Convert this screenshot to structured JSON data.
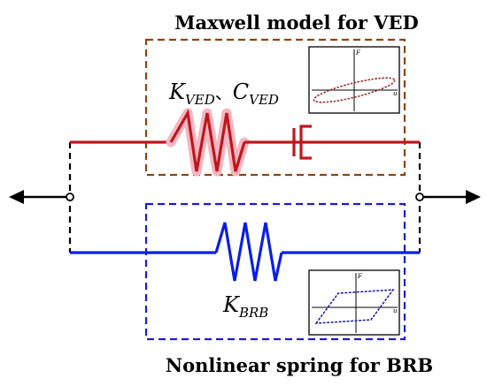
{
  "top_title": "Maxwell model for VED",
  "bottom_title": "Nonlinear spring for BRB",
  "ved_symbol": {
    "k_main": "K",
    "k_sub": "VED",
    "separator": "、",
    "c_main": "C",
    "c_sub": "VED"
  },
  "brb_symbol": {
    "k_main": "K",
    "k_sub": "BRB"
  },
  "ved_inset": {
    "x_axis": "u",
    "y_axis": "F"
  },
  "brb_inset": {
    "x_axis": "u",
    "y_axis": "F"
  },
  "colors": {
    "ved_line": "#c0161c",
    "ved_box": "#8b4513",
    "brb_line": "#0a1ee6",
    "brb_box": "#1c1cd0",
    "ved_hysteresis": "#a0302b",
    "brb_hysteresis": "#1a1aa8"
  },
  "icons": [
    "arrow-left-icon",
    "arrow-right-icon",
    "spring-icon",
    "dashpot-icon"
  ]
}
